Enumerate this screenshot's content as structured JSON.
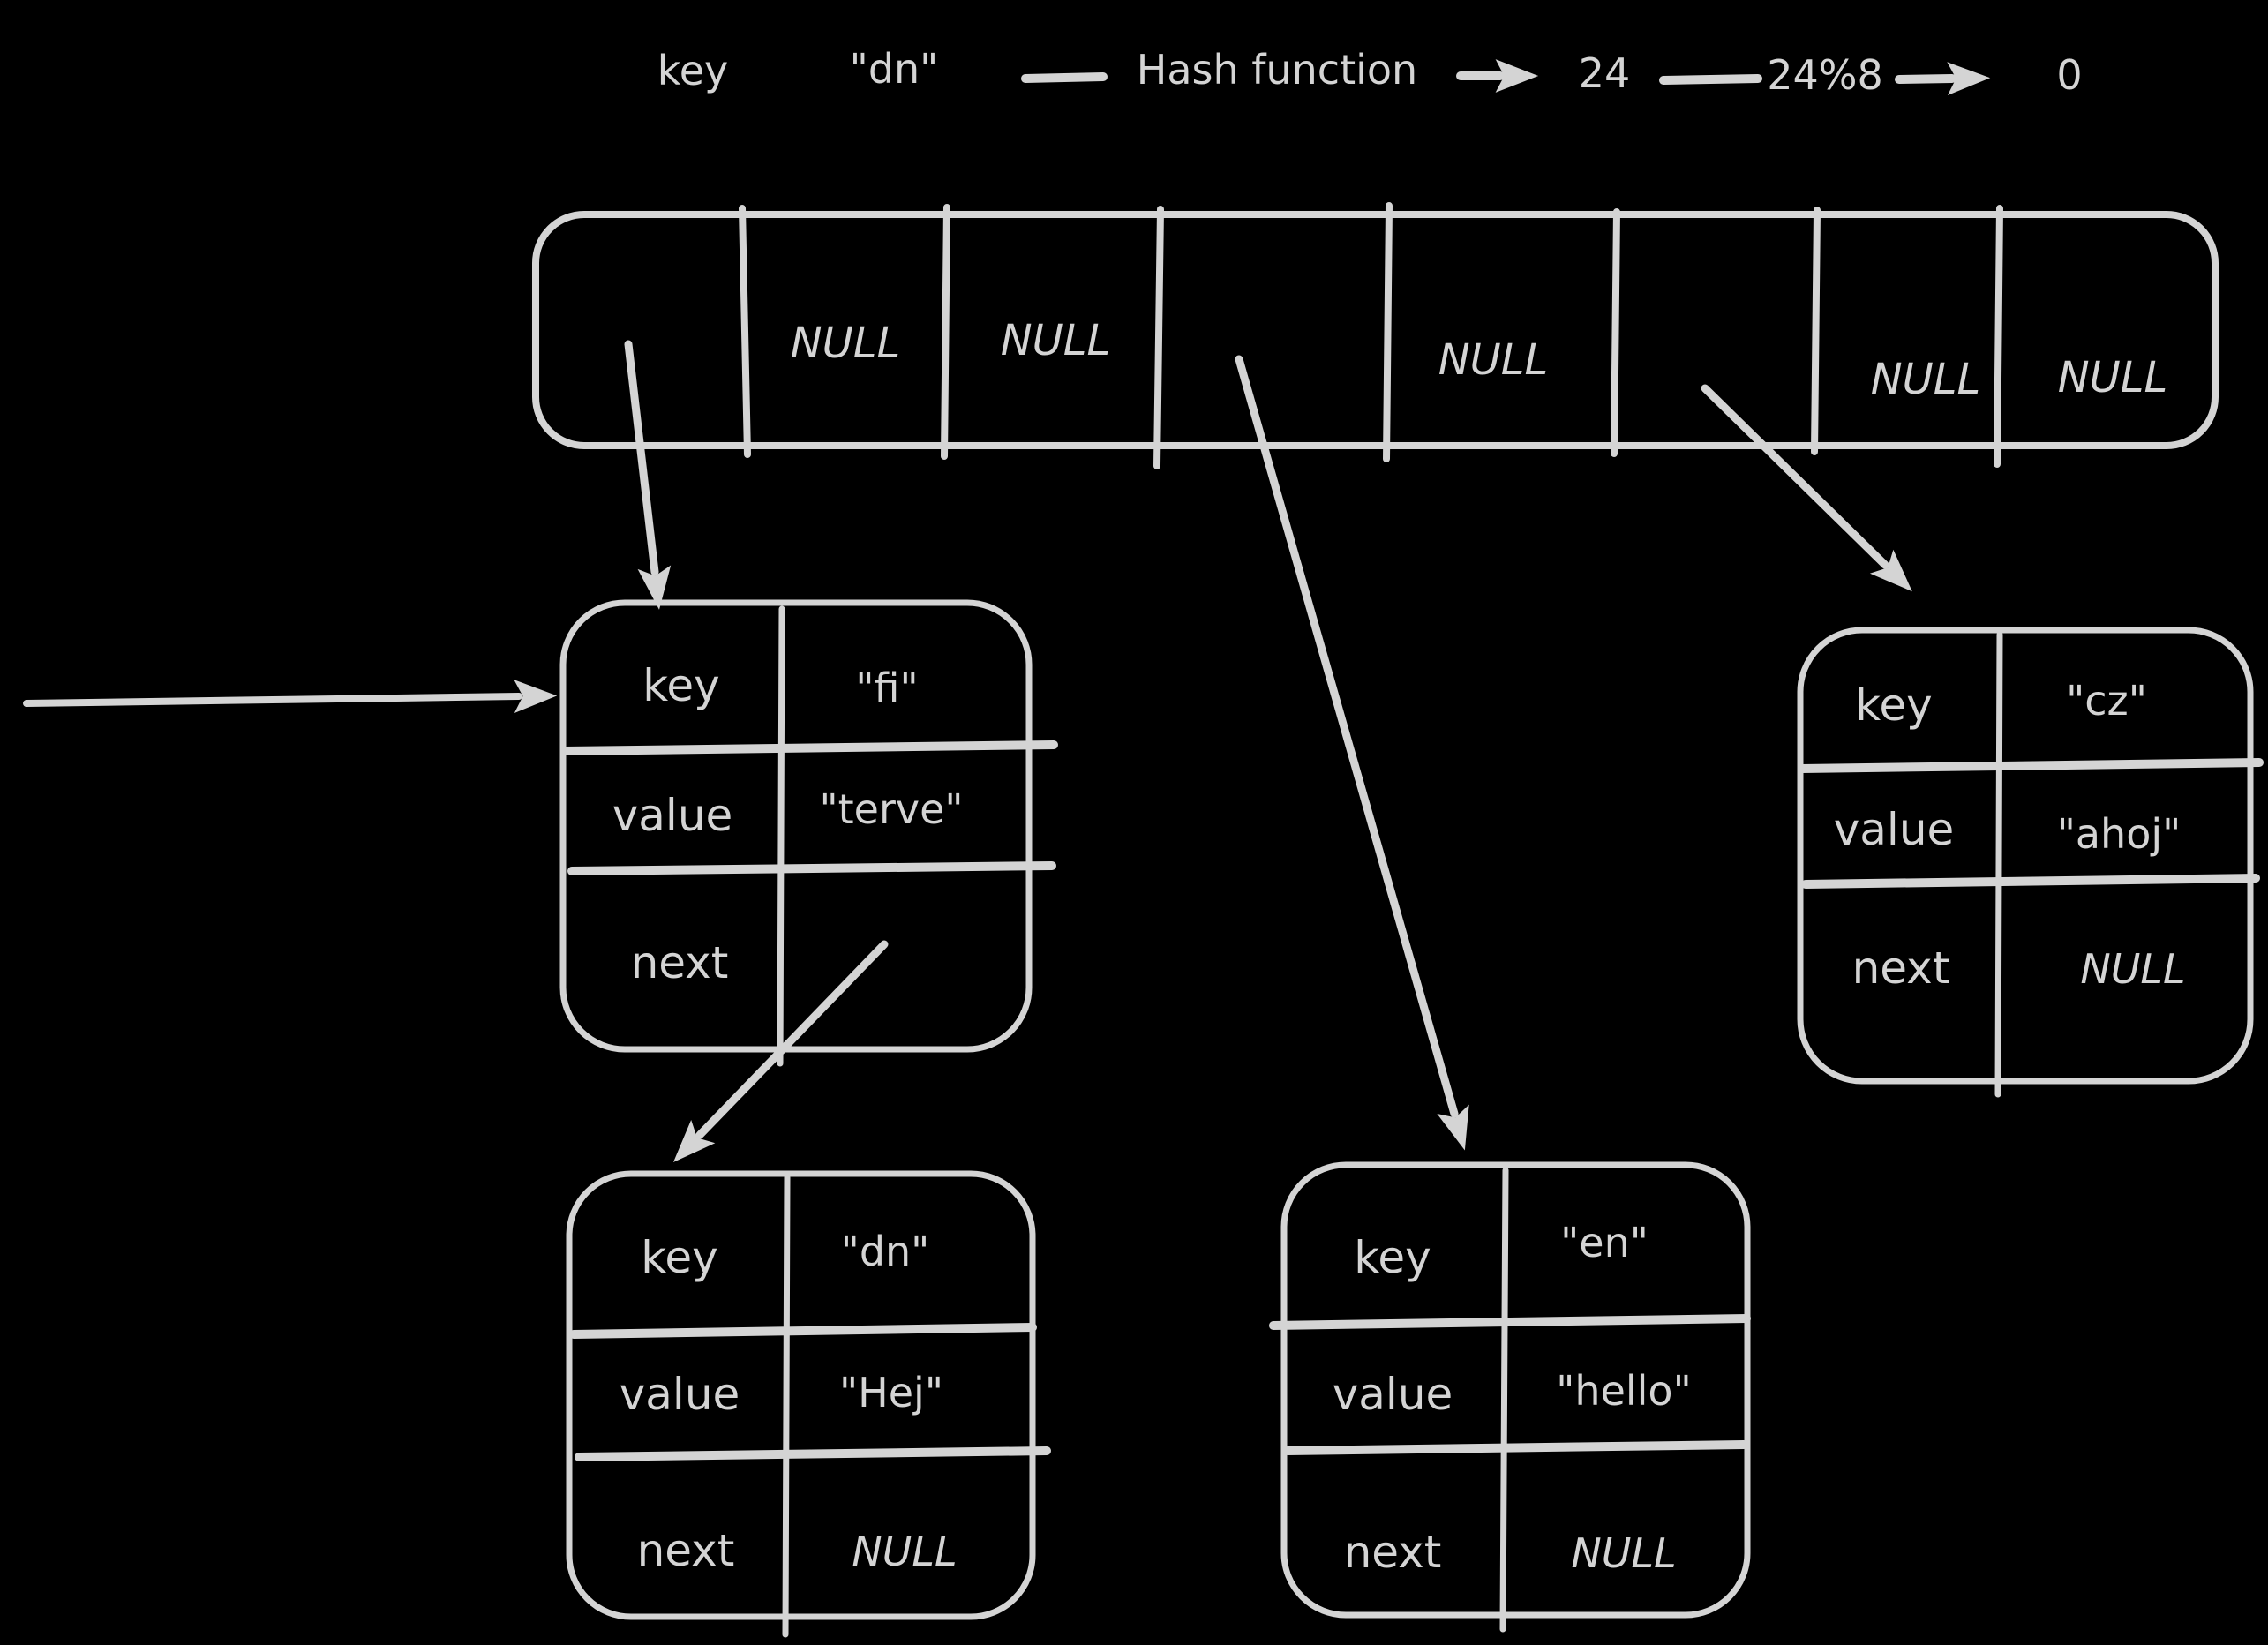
{
  "colors": {
    "background": "#000000",
    "stroke": "#d4d4d4"
  },
  "flow": {
    "key_label": "key",
    "key_value": "\"dn\"",
    "hash_function_label": "Hash function",
    "hash_output": "24",
    "mod_expression": "24%8",
    "bucket_index": "0"
  },
  "bucket_array": {
    "cells": [
      {
        "text": ""
      },
      {
        "text": "NULL"
      },
      {
        "text": "NULL"
      },
      {
        "text": ""
      },
      {
        "text": "NULL"
      },
      {
        "text": ""
      },
      {
        "text": "NULL"
      },
      {
        "text": "NULL"
      }
    ]
  },
  "nodes": [
    {
      "id": "fi",
      "key_label": "key",
      "key_value": "\"fi\"",
      "value_label": "value",
      "value_value": "\"terve\"",
      "next_label": "next",
      "next_value": ""
    },
    {
      "id": "dn",
      "key_label": "key",
      "key_value": "\"dn\"",
      "value_label": "value",
      "value_value": "\"Hej\"",
      "next_label": "next",
      "next_value": "NULL"
    },
    {
      "id": "en",
      "key_label": "key",
      "key_value": "\"en\"",
      "value_label": "value",
      "value_value": "\"hello\"",
      "next_label": "next",
      "next_value": "NULL"
    },
    {
      "id": "cz",
      "key_label": "key",
      "key_value": "\"cz\"",
      "value_label": "value",
      "value_value": "\"ahoj\"",
      "next_label": "next",
      "next_value": "NULL"
    }
  ]
}
